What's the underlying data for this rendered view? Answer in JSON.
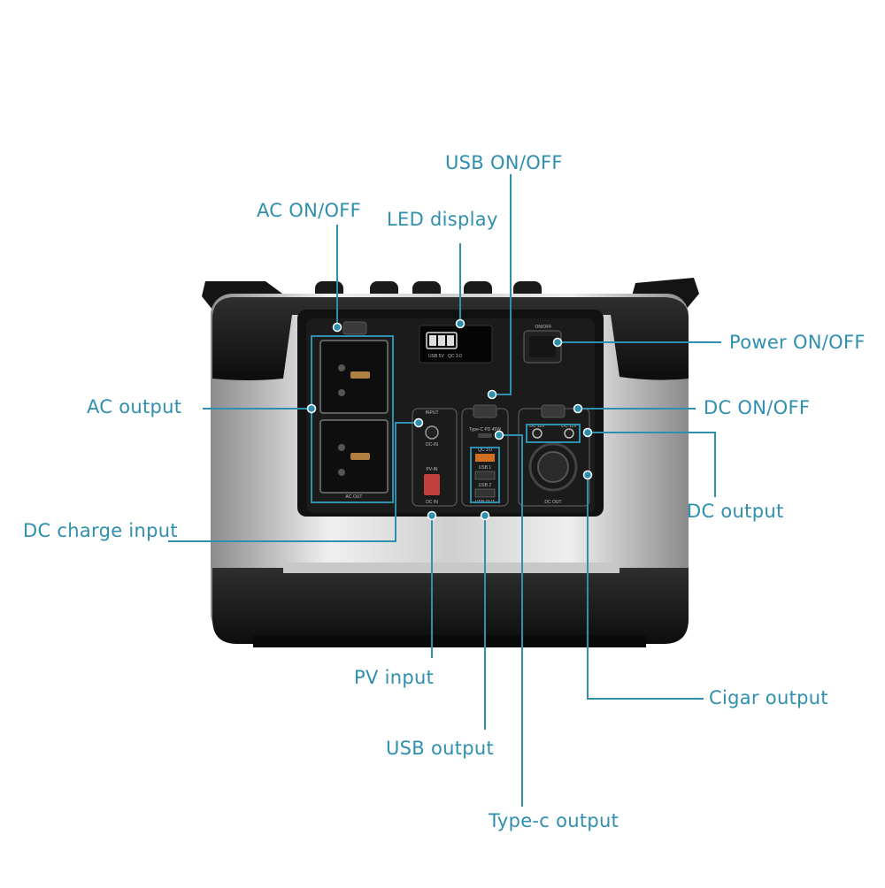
{
  "accent_color": "#2f8fae",
  "labels": {
    "usb_on_off": "USB ON/OFF",
    "ac_on_off": "AC ON/OFF",
    "led_display": "LED display",
    "power_on_off": "Power ON/OFF",
    "ac_output": "AC output",
    "dc_on_off": "DC ON/OFF",
    "dc_output": "DC output",
    "dc_charge_input": "DC charge input",
    "pv_input": "PV input",
    "cigar_output": "Cigar output",
    "usb_output": "USB output",
    "type_c_output": "Type-c output"
  },
  "panel": {
    "ac_out": "AC OUT",
    "input": "INPUT",
    "dc_in_port": "DC-IN",
    "pv_in": "PV-IN",
    "dc_in": "DC IN",
    "on_off": "ON/OFF",
    "type_c": "Type-C PD 45W",
    "qc": "QC 3.0",
    "usb1": "USB 1",
    "usb2": "USB 2",
    "usb_out": "USB OUT",
    "dc_12v_a": "DC 12V",
    "dc_12v_b": "DC 12V",
    "dc_out": "DC OUT",
    "display_left": "USB 5V",
    "display_right": "QC 3.0"
  }
}
